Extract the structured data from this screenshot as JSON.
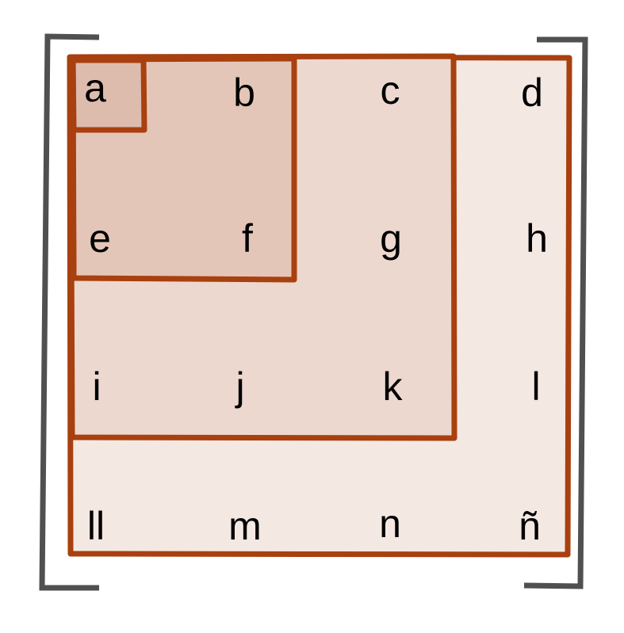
{
  "colors": {
    "border": "#a8400f",
    "fill_outer": "#f4e8e3",
    "fill_mid": "#ecd8cf",
    "fill_inner": "#e4c6b8",
    "fill_core": "#ddbcae",
    "bracket": "#505050"
  },
  "matrix": {
    "rows": [
      [
        "a",
        "b",
        "c",
        "d"
      ],
      [
        "e",
        "f",
        "g",
        "h"
      ],
      [
        "i",
        "j",
        "k",
        "l"
      ],
      [
        "ll",
        "m",
        "n",
        "ñ"
      ]
    ]
  }
}
